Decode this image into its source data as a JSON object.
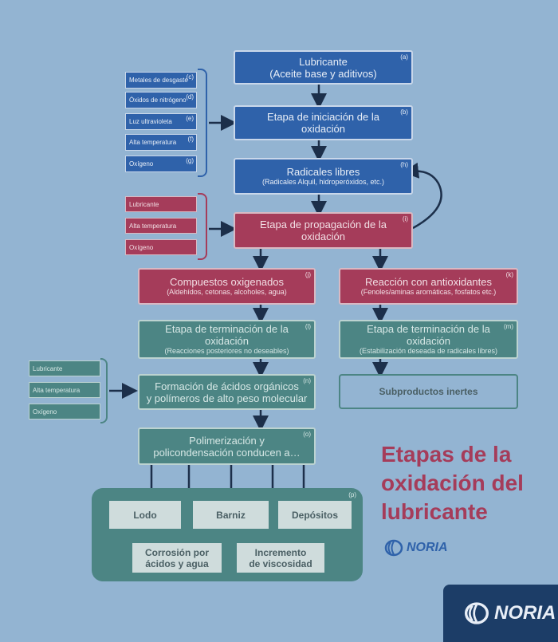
{
  "title": "Etapas de la oxidación del lubricante",
  "title_lines": [
    "Etapas de la",
    "oxidación del",
    "lubricante"
  ],
  "brand": "NORIA",
  "nodes": {
    "a": {
      "line1": "Lubricante",
      "line2": "(Aceite base y aditivos)",
      "tag": "(a)"
    },
    "b": {
      "line1": "Etapa de iniciación de la",
      "line2": "oxidación",
      "tag": "(b)"
    },
    "h": {
      "line1": "Radicales libres",
      "line2": "(Radicales Alquil, hidroperóxidos, etc.)",
      "tag": "(h)"
    },
    "i": {
      "line1": "Etapa de propagación de la",
      "line2": "oxidación",
      "tag": "(i)"
    },
    "j": {
      "line1": "Compuestos oxigenados",
      "line2": "(Aldehídos, cetonas, alcoholes, agua)",
      "tag": "(j)"
    },
    "k": {
      "line1": "Reacción con antioxidantes",
      "line2": "(Fenoles/aminas aromáticas, fosfatos etc.)",
      "tag": "(k)"
    },
    "l": {
      "line1": "Etapa de terminación de la",
      "line2": "oxidación",
      "line3": "(Reacciones posteriores no deseables)",
      "tag": "(l)"
    },
    "m": {
      "line1": "Etapa de terminación de la",
      "line2": "oxidación",
      "line3": "(Estabilización deseada de radicales libres)",
      "tag": "(m)"
    },
    "n": {
      "line1": "Formación de ácidos orgánicos",
      "line2": "y polímeros de alto peso molecular",
      "tag": "(n)"
    },
    "inert": {
      "label": "Subproductos inertes"
    },
    "o": {
      "line1": "Polimerización y",
      "line2": "policondensación conducen a…",
      "tag": "(o)"
    },
    "p": {
      "tag": "(p)",
      "lodo": "Lodo",
      "barniz": "Barniz",
      "depositos": "Depósitos",
      "corrosion1": "Corrosión por",
      "corrosion2": "ácidos y agua",
      "visc1": "Incremento",
      "visc2": "de viscosidad"
    }
  },
  "initiation_factors": [
    {
      "label": "Metales de desgaste",
      "tag": "(c)"
    },
    {
      "label": "Óxidos de nitrógeno",
      "tag": "(d)"
    },
    {
      "label": "Luz ultravioleta",
      "tag": "(e)"
    },
    {
      "label": "Alta temperatura",
      "tag": "(f)"
    },
    {
      "label": "Oxígeno",
      "tag": "(g)"
    }
  ],
  "propagation_factors": [
    "Lubricante",
    "Alta temperatura",
    "Oxígeno"
  ],
  "formation_factors": [
    "Lubricante",
    "Alta temperatura",
    "Oxígeno"
  ],
  "colors": {
    "blue": "#2f62aa",
    "red": "#a53c5a",
    "green": "#4c8584",
    "background": "#93b4d2",
    "arrow": "#1c2f4a"
  }
}
